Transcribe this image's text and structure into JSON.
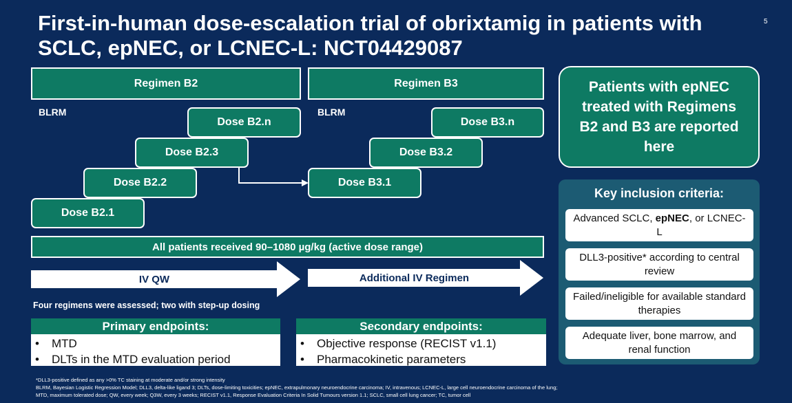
{
  "slide": {
    "title": "First-in-human dose-escalation trial of obrixtamig in patients with SCLC, epNEC, or LCNEC-L: NCT04429087",
    "page_number": "5"
  },
  "regimens": {
    "b2": {
      "header": "Regimen B2",
      "method": "BLRM",
      "doses": [
        "Dose B2.n",
        "Dose B2.3",
        "Dose B2.2",
        "Dose B2.1"
      ]
    },
    "b3": {
      "header": "Regimen B3",
      "method": "BLRM",
      "doses": [
        "Dose B3.n",
        "Dose B3.2",
        "Dose B3.1"
      ]
    }
  },
  "dose_range": "All patients received 90–1080 µg/kg (active dose range)",
  "arrows": {
    "left": "IV QW",
    "right": "Additional IV Regimen"
  },
  "regimen_note": "Four regimens were assessed; two with step-up dosing",
  "primary": {
    "header": "Primary endpoints:",
    "items": [
      "MTD",
      "DLTs in the MTD evaluation period"
    ]
  },
  "secondary": {
    "header": "Secondary endpoints:",
    "items": [
      "Objective response (RECIST v1.1)",
      "Pharmacokinetic parameters"
    ]
  },
  "bullet": "•",
  "patients_box": "Patients with epNEC treated with Regimens B2 and B3 are reported here",
  "inclusion": {
    "title": "Key inclusion criteria:",
    "criteria": [
      {
        "pre": "Advanced SCLC, ",
        "bold": "epNEC",
        "post": ", or LCNEC-L"
      },
      {
        "pre": "DLL3-positive* according to central review",
        "bold": "",
        "post": ""
      },
      {
        "pre": "Failed/ineligible for available standard therapies",
        "bold": "",
        "post": ""
      },
      {
        "pre": "Adequate liver, bone marrow, and renal function",
        "bold": "",
        "post": ""
      }
    ]
  },
  "footnotes": [
    "*DLL3-positive defined as any >0% TC staining at moderate and/or strong intensity",
    "BLRM, Bayesian Logistic Regression Model; DLL3, delta-like ligand 3; DLTs, dose-limiting toxicities; epNEC, extrapulmonary neuroendocrine carcinoma; IV, intravenous; LCNEC-L, large cell neuroendocrine carcinoma of the lung;",
    "MTD, maximum tolerated dose; QW, every week; Q3W, every 3 weeks; RECIST v1.1, Response Evaluation Criteria In Solid Tumours version 1.1; SCLC, small cell lung cancer; TC, tumor cell"
  ],
  "colors": {
    "background": "#0b2a5b",
    "green": "#0e7a63",
    "criteria_panel": "#1c5b73"
  }
}
